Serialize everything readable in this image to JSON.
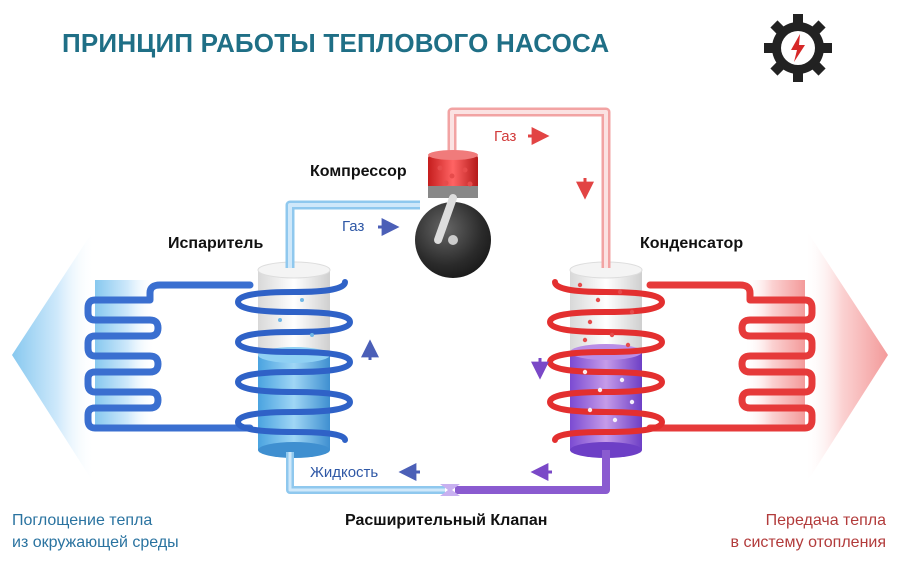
{
  "title": "ПРИНЦИП РАБОТЫ ТЕПЛОВОГО НАСОСА",
  "labels": {
    "compressor": "Компрессор",
    "evaporator": "Испаритель",
    "condenser": "Конденсатор",
    "gas_left": "Газ",
    "gas_right": "Газ",
    "liquid": "Жидкость",
    "expansion_valve": "Расширительный Клапан"
  },
  "footer": {
    "left_line1": "Поглощение тепла",
    "left_line2": "из окружающей среды",
    "right_line1": "Передача тепла",
    "right_line2": "в систему отопления"
  },
  "logo": {
    "icon": "gear-lightning-icon"
  },
  "colors": {
    "title": "#1f6f86",
    "cold_pipe": "#3a6fd0",
    "hot_pipe": "#e63a3a",
    "mixed_pipe": "#8a5bd0",
    "arrow_cold": "#dcefff",
    "arrow_hot": "#ffe0e0"
  }
}
